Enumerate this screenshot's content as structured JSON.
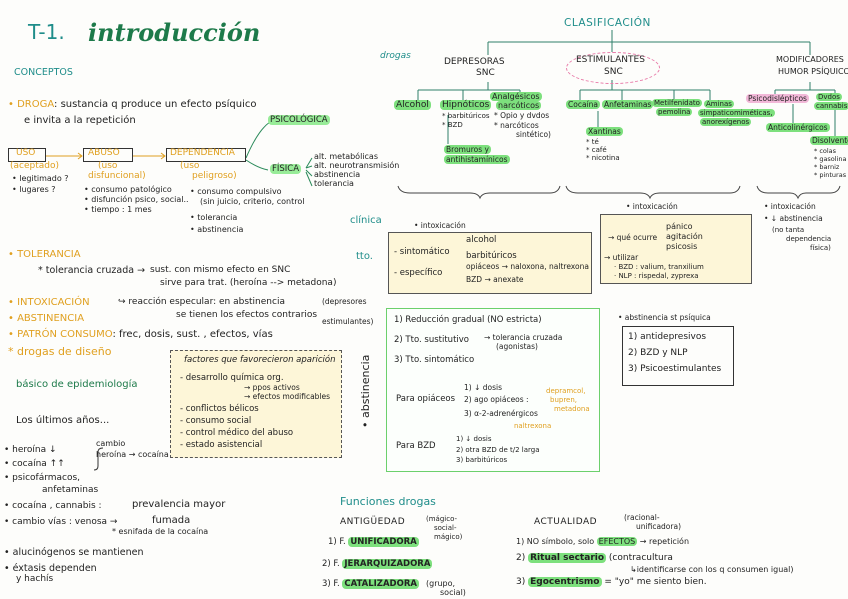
{
  "title": {
    "num": "T-1.",
    "main": "introducción"
  },
  "conceptos": {
    "heading": "CONCEPTOS",
    "droga_term": "DROGA",
    "droga_def1": ": sustancia q produce un efecto psíquico",
    "droga_def2": "e invita a la repetición",
    "uso": "USO",
    "uso_sub": "(aceptado)",
    "uso_q1": "• legitimado ?",
    "uso_q2": "• lugares ?",
    "abuso": "ABUSO",
    "abuso_sub1": "(uso",
    "abuso_sub2": "disfuncional)",
    "abuso_b1": "• consumo patológico",
    "abuso_b2": "• disfunción psico, social..",
    "abuso_b3": "• tiempo : 1 mes",
    "dependencia": "DEPENDENCIA",
    "dep_sub1": "(uso",
    "dep_sub2": "peligroso)",
    "dep_b1": "• consumo compulsivo",
    "dep_b2": "(sin juicio, criterio, control",
    "dep_b3": "• tolerancia",
    "dep_b4": "• abstinencia",
    "psicologica": "PSICOLÓGICA",
    "fisica": "FÍSICA",
    "fis1": "alt. metabólicas",
    "fis2": "alt. neurotransmisión",
    "fis3": "abstinencia",
    "fis4": "tolerancia",
    "tolerancia": "TOLERANCIA",
    "tol_def1": "tolerancia cruzada",
    "tol_def2": "sust. con mismo efecto en SNC",
    "tol_def3": "sirve para trat. (heroína --> metadona)",
    "intox": "INTOXICACIÓN",
    "intox_def": "reacción especular: en abstinencia",
    "abstinencia": "ABSTINENCIA",
    "abst_def": "se tienen los efectos contrarios",
    "abst_note1": "(depresores",
    "abst_note2": "estimulantes)",
    "patron": "PATRÓN CONSUMO",
    "patron_def": ": frec, dosis, sust. , efectos, vías",
    "disenio_pre": "*",
    "disenio": "drogas de diseño",
    "basico": "básico de epidemiología",
    "ultimos": "Los últimos años...",
    "factores_title": "factores que favorecieron aparición",
    "fac1": "- desarrollo química org.",
    "fac1a": "→ ppos activos",
    "fac1b": "→ efectos modificables",
    "fac2": "- conflictos bélicos",
    "fac3": "- consumo social",
    "fac4": "- control médico del abuso",
    "fac5": "- estado asistencial",
    "epi1": "• heroína ↓",
    "epi_cambio": "cambio",
    "epi_heroina2": "heroína → cocaína",
    "epi2": "• cocaína ↑↑",
    "epi3": "• psicofármacos,",
    "epi3b": "anfetaminas",
    "epi4": "• cocaína , cannabis :",
    "epi4b": "prevalencia mayor",
    "epi5": "• cambio vías : venosa →",
    "epi5b": "fumada",
    "epi5c": "* esnifada de la cocaína",
    "epi6": "• alucinógenos se mantienen",
    "epi7": "• éxtasis dependen",
    "epi7b": "y hachís"
  },
  "clasificacion": {
    "heading": "CLASIFICACIÓN",
    "drogas": "drogas",
    "depresoras1": "DEPRESORAS",
    "depresoras2": "SNC",
    "estimulantes1": "ESTIMULANTES",
    "estimulantes2": "SNC",
    "modificadores1": "MODIFICADORES",
    "modificadores2": "HUMOR PSÍQUICO",
    "alcohol": "Alcohol",
    "hipnoticos": "Hipnóticos",
    "hip1": "* barbitúricos",
    "hip2": "* BZD",
    "analgesicos1": "Analgésicos",
    "analgesicos2": "narcóticos",
    "ana1": "* Opio y dvdos",
    "ana2": "* narcóticos",
    "ana3": "sintético)",
    "bromuros1": "Bromuros y",
    "bromuros2": "antihistamínicos",
    "cocaina": "Cocaína",
    "anfetaminas": "Anfetaminas",
    "metilfenidato1": "Metilfenidato",
    "metilfenidato2": "pemolina",
    "aminas1": "Aminas",
    "aminas2": "simpaticomiméticas,",
    "aminas3": "anorexígenos",
    "xantinas": "Xantinas",
    "xan1": "* té",
    "xan2": "* café",
    "xan3": "* nicotina",
    "psicodislepticos": "Psicodislépticos",
    "derivados1": "Dvdos",
    "derivados2": "cannabis",
    "anticolinergicos": "Anticolinérgicos",
    "disolventes": "Disolventes",
    "dis1": "* colas",
    "dis2": "* gasolina",
    "dis3": "* barniz",
    "dis4": "* pinturas"
  },
  "clinica": {
    "clinica_label": "clínica",
    "tto_label": "tto.",
    "dep_intox": "• intoxicación",
    "sintomatico": "- sintomático",
    "alcohol": "alcohol",
    "barbituricos": "barbitúricos",
    "especifico": "- específico",
    "opiaceos": "opiáceos → naloxona, naltrexona",
    "bzd": "BZD → anexate",
    "est_intox": "• intoxicación",
    "que_ocurre": "→ qué ocurre",
    "panico": "pánico",
    "agitacion": "agitación",
    "psicosis": "psicosis",
    "utilizar": "→ utilizar",
    "bzd_est": "· BZD : valium, tranxilium",
    "nlp": "· NLP : rispedal, zyprexa",
    "mod_intox": "• intoxicación",
    "mod_abst": "• ↓ abstinencia",
    "mod_abst2": "(no tanta",
    "mod_abst3": "dependencia",
    "mod_abst4": "física)"
  },
  "abstinencia": {
    "vertical": "• abstinencia",
    "r1": "1) Reducción gradual (NO estricta)",
    "r2": "2) Tto. sustitutivo",
    "r2b": "→ tolerancia cruzada",
    "r2c": "(agonistas)",
    "r3": "3) Tto. sintomático",
    "opiaceos_label": "Para opiáceos",
    "op1": "1) ↓ dosis",
    "op2": "2) ago opiáceos :",
    "op2b": "depramcol,",
    "op2c": "bupren,",
    "op2d": "metadona",
    "op3": "3) α-2-adrenérgicos",
    "op4": "naltrexona",
    "bzd_label": "Para BZD",
    "bz1": "1) ↓ dosis",
    "bz2": "2) otra BZD de t/2 larga",
    "bz3": "3) barbitúricos",
    "psiq_title": "• abstinencia st psíquica",
    "ps1": "1) antidepresivos",
    "ps2": "2) BZD y NLP",
    "ps3": "3) Psicoestimulantes"
  },
  "funciones": {
    "heading": "Funciones drogas",
    "antiguedad": "ANTIGÜEDAD",
    "ant_note1": "(mágico-",
    "ant_note2": "social-",
    "ant_note3": "mágico)",
    "f1_num": "1) F.",
    "f1": "UNIFICADORA",
    "f2_num": "2) F.",
    "f2": "JERARQUIZADORA",
    "f3_num": "3) F.",
    "f3": "CATALIZADORA",
    "f3b": "(grupo,",
    "f3c": "social)",
    "actualidad": "ACTUALIDAD",
    "act_note1": "(racional-",
    "act_note2": "unificadora)",
    "a1": "1) NO símbolo, solo",
    "a1b": "EFECTOS",
    "a1c": "→ repetición",
    "a2_num": "2)",
    "a2": "Ritual sectario",
    "a2b": "(contracultura",
    "a2c": "↳identificarse con los q consumen igual)",
    "a3_num": "3)",
    "a3": "Egocentrismo",
    "a3b": "= \"yo\" me siento bien."
  }
}
